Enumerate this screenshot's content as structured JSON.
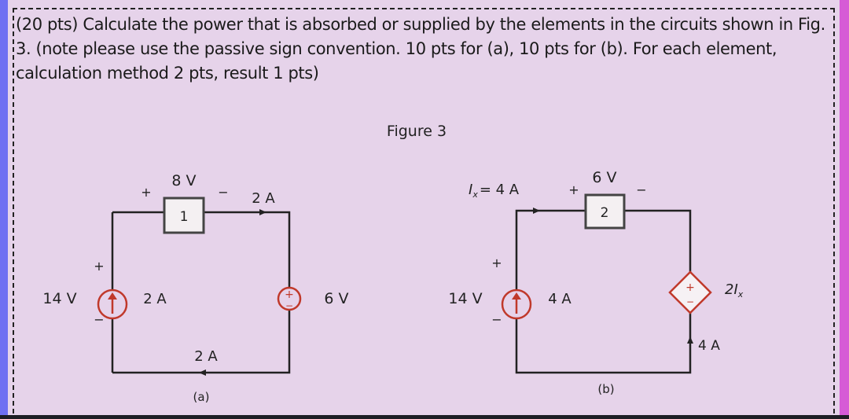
{
  "question": {
    "line1": "(20 pts) Calculate the power that is absorbed or supplied by the elements in the circuits shown in Fig.",
    "line2": "3. (note please use the passive sign convention. 10 pts for (a), 10 pts for (b). For each element,",
    "line3": "calculation method 2 pts, result 1 pts)"
  },
  "figure": {
    "title": "Figure 3",
    "a": {
      "label": "(a)",
      "v_source": "14 V",
      "source_current": "2 A",
      "box": "1",
      "box_voltage": "8 V",
      "top_current": "2 A",
      "right_source_voltage": "6 V",
      "bottom_current": "2 A",
      "plus": "+",
      "minus": "−"
    },
    "b": {
      "label": "(b)",
      "v_source": "14 V",
      "source_current": "4 A",
      "ix_label": "I",
      "ix_sub": "x",
      "ix_value": "= 4 A",
      "box": "2",
      "box_voltage": "6 V",
      "dep_label": "2I",
      "dep_sub": "x",
      "dep_current": "4 A",
      "plus": "+",
      "minus": "−"
    }
  }
}
